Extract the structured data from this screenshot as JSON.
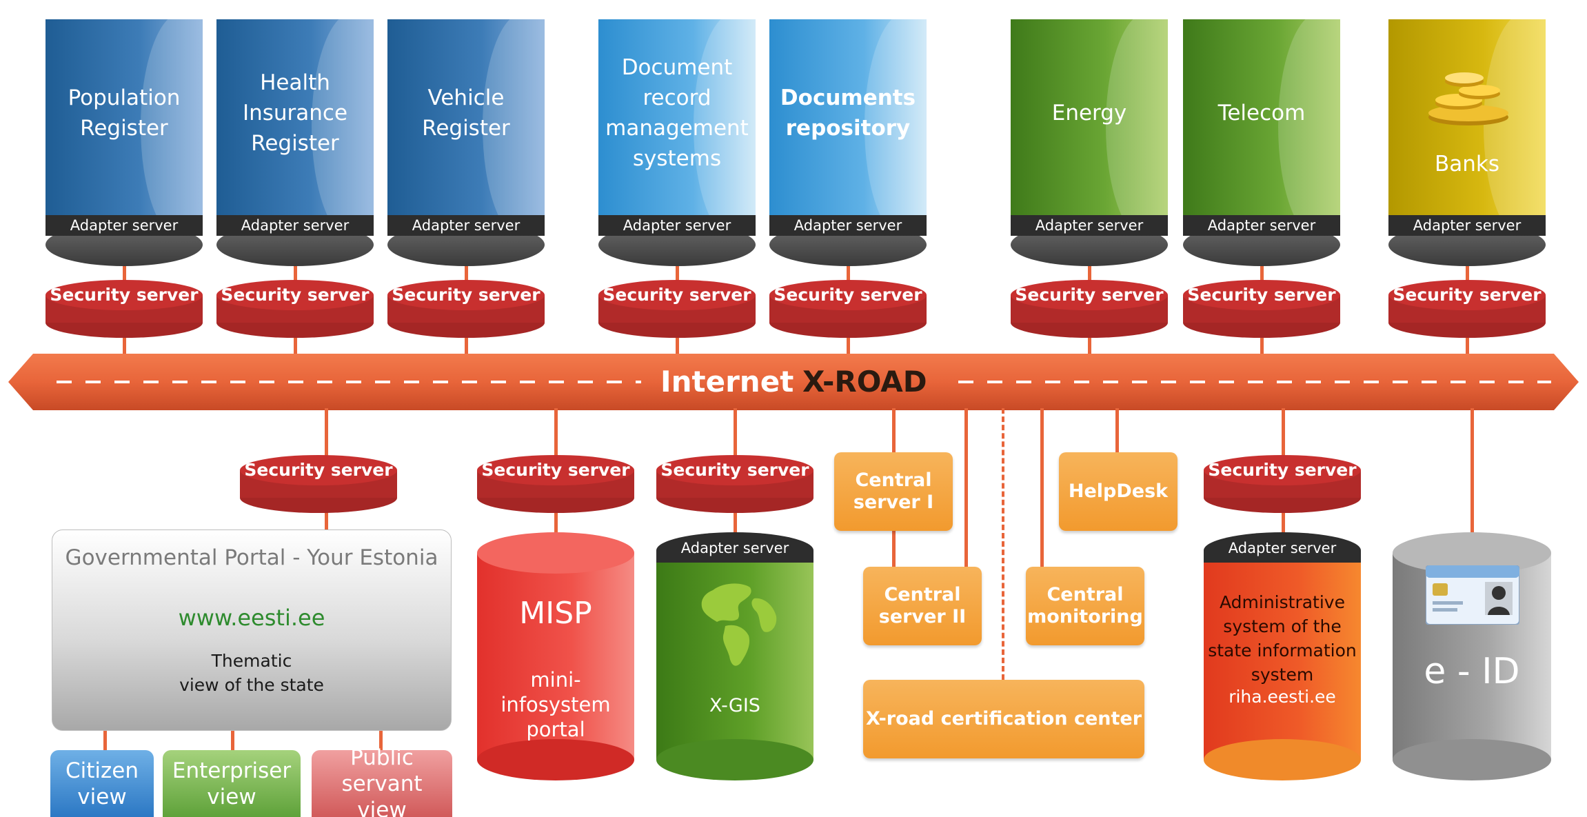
{
  "top_systems": [
    {
      "label": "Population\nRegister",
      "adapter": "Adapter server",
      "security": "Security server",
      "color": "#2a6aa5"
    },
    {
      "label": "Health\nInsurance\nRegister",
      "adapter": "Adapter server",
      "security": "Security server",
      "color": "#2a6aa5"
    },
    {
      "label": "Vehicle\nRegister",
      "adapter": "Adapter server",
      "security": "Security server",
      "color": "#2a6aa5"
    },
    {
      "label": "Document\nrecord\nmanagement\nsystems",
      "adapter": "Adapter server",
      "security": "Security server",
      "color": "#4aa5e0"
    },
    {
      "label": "Documents\nrepository",
      "adapter": "Adapter server",
      "security": "Security server",
      "color": "#4aa5e0"
    },
    {
      "label": "Energy",
      "adapter": "Adapter server",
      "security": "Security server",
      "color": "#5a9a2a"
    },
    {
      "label": "Telecom",
      "adapter": "Adapter server",
      "security": "Security server",
      "color": "#5a9a2a"
    },
    {
      "label": "Banks",
      "adapter": "Adapter server",
      "security": "Security server",
      "color": "#d4b20a"
    }
  ],
  "bus": {
    "internet": "Internet",
    "xroad": "X-ROAD",
    "color": "#e8653a"
  },
  "gov_portal": {
    "security": "Security server",
    "title": "Governmental Portal - Your Estonia",
    "url": "www.eesti.ee",
    "desc": "Thematic\nview of the state",
    "views": [
      "Citizen\nview",
      "Enterpriser\nview",
      "Public servant\nview"
    ]
  },
  "misp": {
    "security": "Security server",
    "title": "MISP",
    "desc": "mini-\ninfosystem\nportal"
  },
  "xgis": {
    "security": "Security server",
    "adapter": "Adapter server",
    "label": "X-GIS"
  },
  "central": {
    "server1": "Central\nserver I",
    "server2": "Central\nserver II",
    "monitoring": "Central\nmonitoring",
    "helpdesk": "HelpDesk",
    "cert": "X-road certification center"
  },
  "riha": {
    "security": "Security server",
    "adapter": "Adapter server",
    "desc": "Administrative\nsystem of the\nstate information\nsystem",
    "url": "riha.eesti.ee"
  },
  "eid": {
    "label": "e - ID"
  }
}
